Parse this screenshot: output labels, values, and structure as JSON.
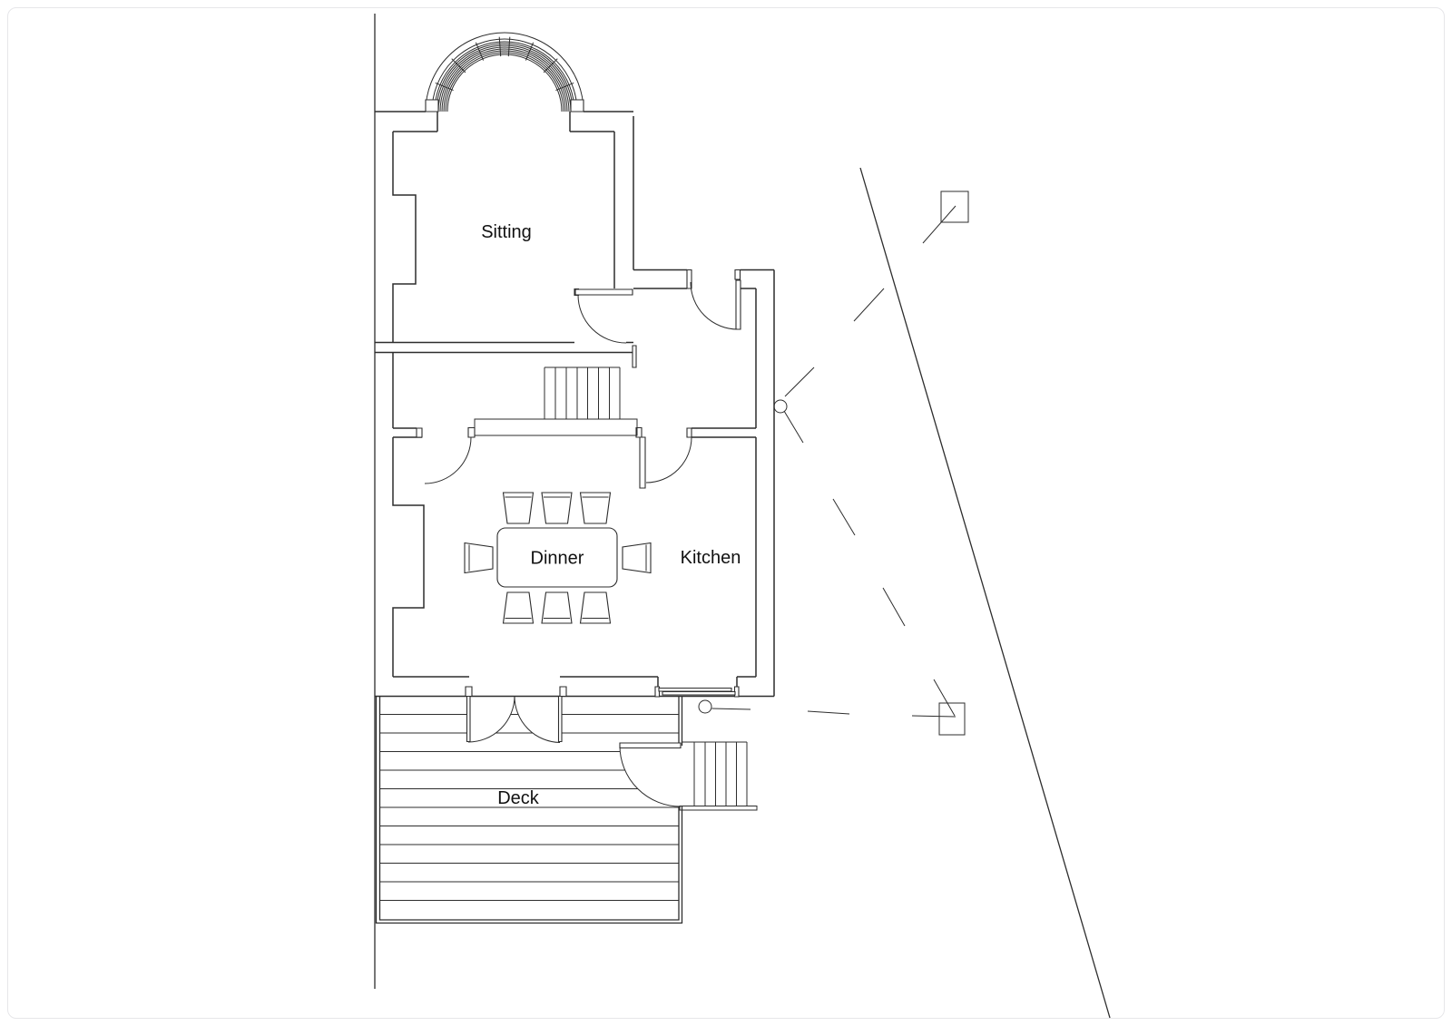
{
  "colors": {
    "background": "#ffffff",
    "line": "#2d2d2d",
    "frame_border": "#e6e6e9",
    "text": "#111111"
  },
  "floor_plan": {
    "rooms": [
      {
        "id": "sitting",
        "label": "Sitting"
      },
      {
        "id": "dinner",
        "label": "Dinner"
      },
      {
        "id": "kitchen",
        "label": "Kitchen"
      },
      {
        "id": "deck",
        "label": "Deck"
      }
    ]
  }
}
